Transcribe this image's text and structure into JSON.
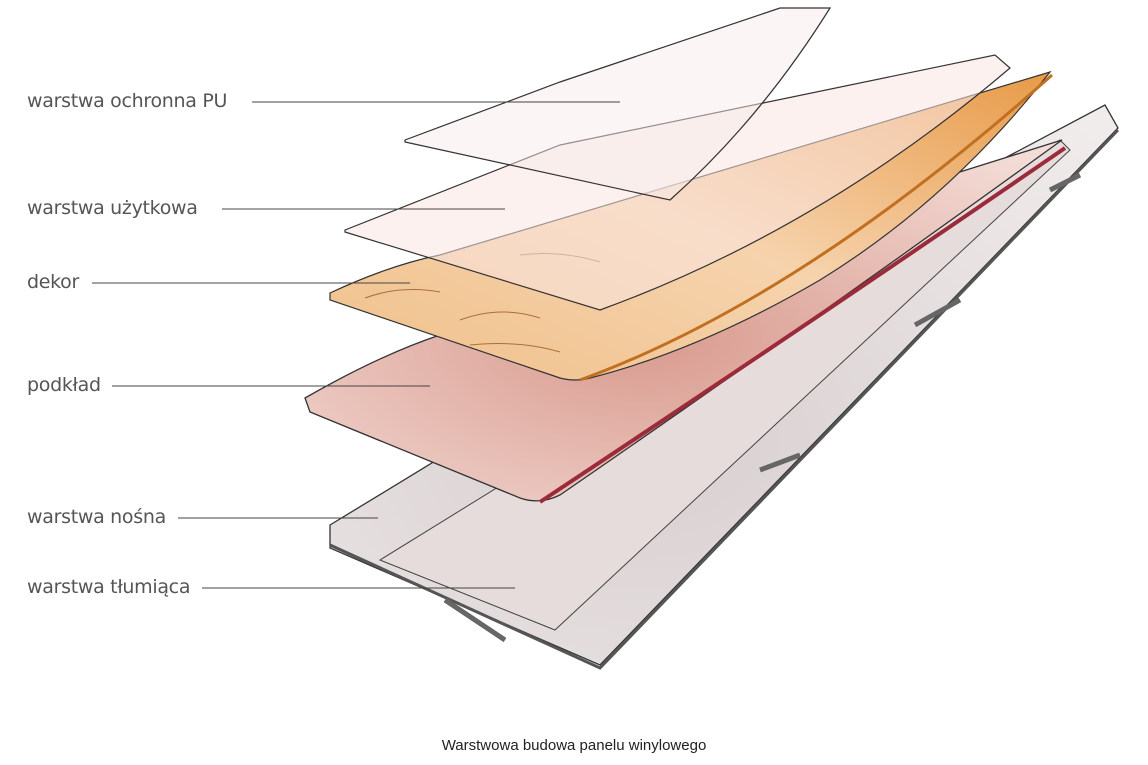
{
  "diagram": {
    "labels": [
      {
        "id": "pu",
        "text": "warstwa ochronna PU"
      },
      {
        "id": "uzytkowa",
        "text": "warstwa użytkowa"
      },
      {
        "id": "dekor",
        "text": "dekor"
      },
      {
        "id": "podklad",
        "text": "podkład"
      },
      {
        "id": "nosna",
        "text": "warstwa nośna"
      },
      {
        "id": "tlumiaca",
        "text": "warstwa tłumiąca"
      }
    ],
    "colors": {
      "decor": "#e8a866",
      "underlay": "#e6b4a8",
      "underlay_edge": "#9b2b3a",
      "carrier": "#c9c0c0",
      "outline": "#333333",
      "label_text": "#555555"
    }
  },
  "caption": "Warstwowa budowa panelu winylowego"
}
